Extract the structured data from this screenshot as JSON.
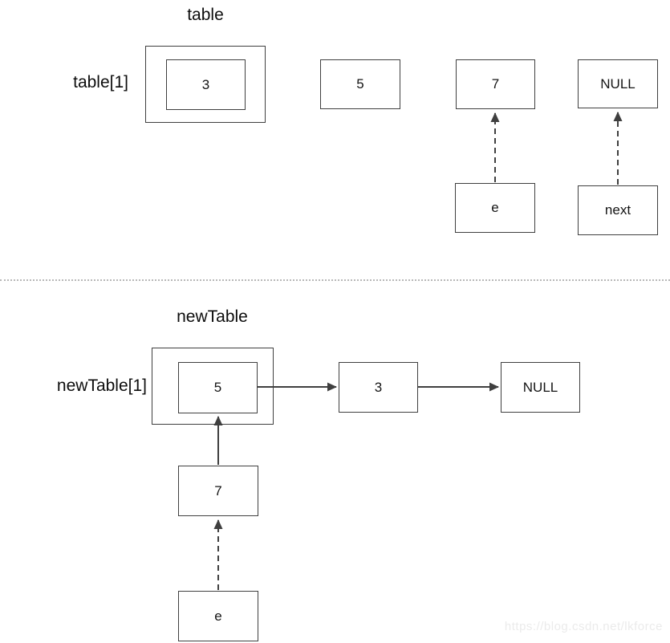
{
  "top_section": {
    "title": "table",
    "row_label": "table[1]",
    "bucket_value": "3",
    "node_5": "5",
    "node_7": "7",
    "node_null": "NULL",
    "pointer_e": "e",
    "pointer_next": "next"
  },
  "bottom_section": {
    "title": "newTable",
    "row_label": "newTable[1]",
    "bucket_value": "5",
    "node_3": "3",
    "node_null": "NULL",
    "node_7": "7",
    "pointer_e": "e"
  },
  "watermark": "https://blog.csdn.net/lkforce",
  "colors": {
    "stroke": "#3f3f3f",
    "divider": "#b8b8b8",
    "watermark_text": "#ebebeb",
    "text": "#141414"
  }
}
